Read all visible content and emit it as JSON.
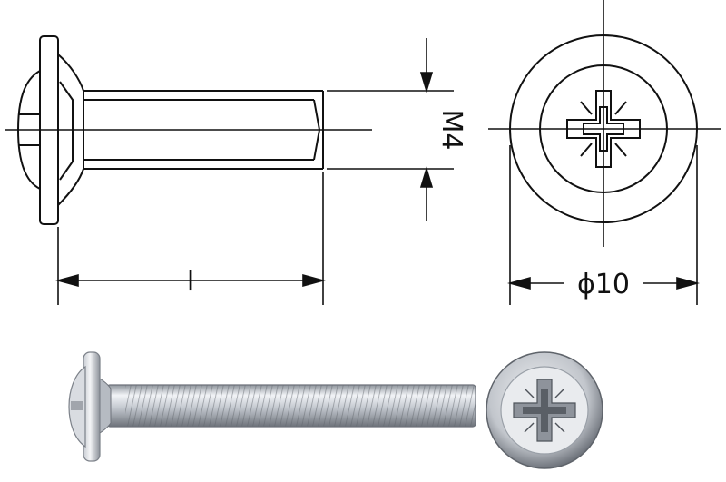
{
  "drawing": {
    "thread_label": "M4",
    "length_label": "l",
    "diameter_label": "ϕ10"
  },
  "colors": {
    "line": "#111111",
    "background": "#ffffff",
    "metal_light": "#e6e9ee",
    "metal_mid": "#b9bec6",
    "metal_dark": "#6d727a"
  }
}
